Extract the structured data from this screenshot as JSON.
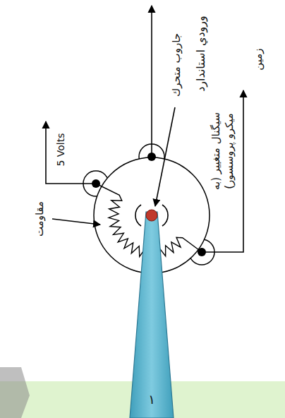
{
  "diagram": {
    "labels": [
      "ورودي استاندارد",
      "جاروب متحرك",
      "5 Volts",
      "سيگنال متغيير (به ميكرو پروسسور)",
      "زمين",
      "مقاومت",
      "۱"
    ]
  }
}
